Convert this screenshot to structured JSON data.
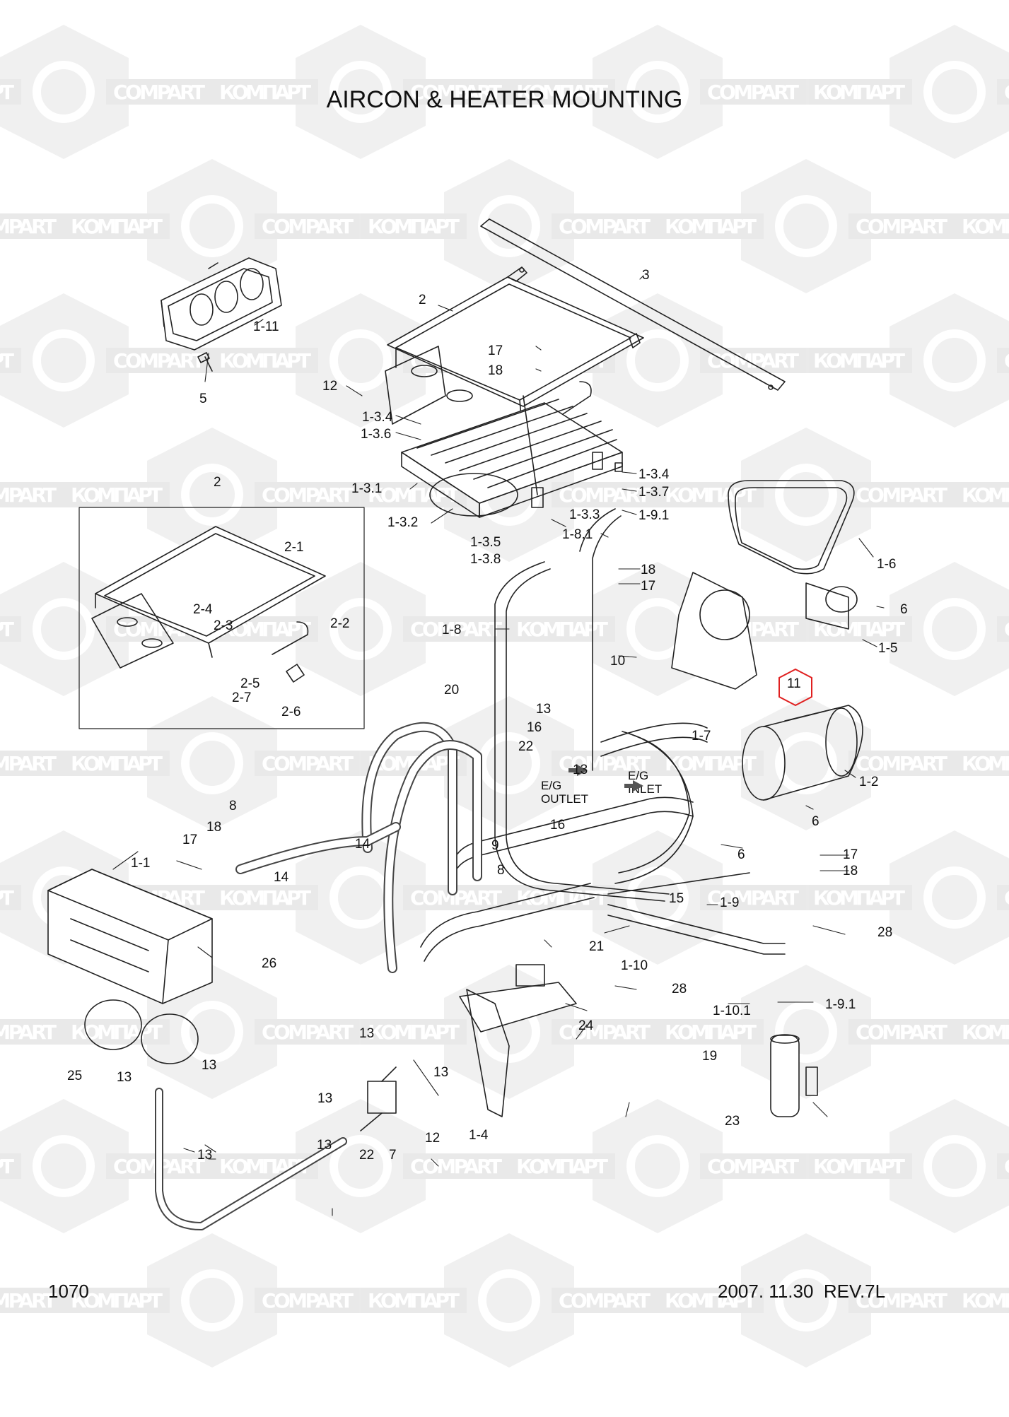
{
  "title": "AIRCON & HEATER MOUNTING",
  "page_number": "1070",
  "revision": "2007. 11.30  REV.7L",
  "watermark": {
    "cyrillic": "КОМПАРТ",
    "latin": "COMPART",
    "color": "#d9d9d9"
  },
  "highlight_color": "#e02020",
  "flow_notes": [
    {
      "line1": "E/G",
      "line2": "OUTLET"
    },
    {
      "line1": "E/G",
      "line2": "INLET"
    }
  ],
  "callouts": [
    "1-11",
    "5",
    "2",
    "3",
    "17",
    "18",
    "12",
    "1-3.4",
    "1-3.6",
    "1-3.1",
    "1-3.2",
    "1-3.4",
    "1-3.7",
    "1-3.3",
    "1-9.1",
    "1-3.5",
    "1-3.8",
    "1-8.1",
    "18",
    "17",
    "1-6",
    "2",
    "2-1",
    "2-4",
    "2-3",
    "2-2",
    "2-5",
    "2-7",
    "2-6",
    "1-8",
    "10",
    "11",
    "6",
    "1-5",
    "20",
    "13",
    "16",
    "22",
    "13",
    "1-7",
    "1-2",
    "16",
    "6",
    "8",
    "18",
    "17",
    "14",
    "14",
    "9",
    "8",
    "6",
    "17",
    "18",
    "1-1",
    "1-9",
    "15",
    "28",
    "21",
    "26",
    "1-10",
    "28",
    "24",
    "1-10.1",
    "1-9.1",
    "19",
    "25",
    "13",
    "13",
    "13",
    "13",
    "13",
    "22",
    "7",
    "12",
    "1-4",
    "23",
    "13",
    "13"
  ]
}
